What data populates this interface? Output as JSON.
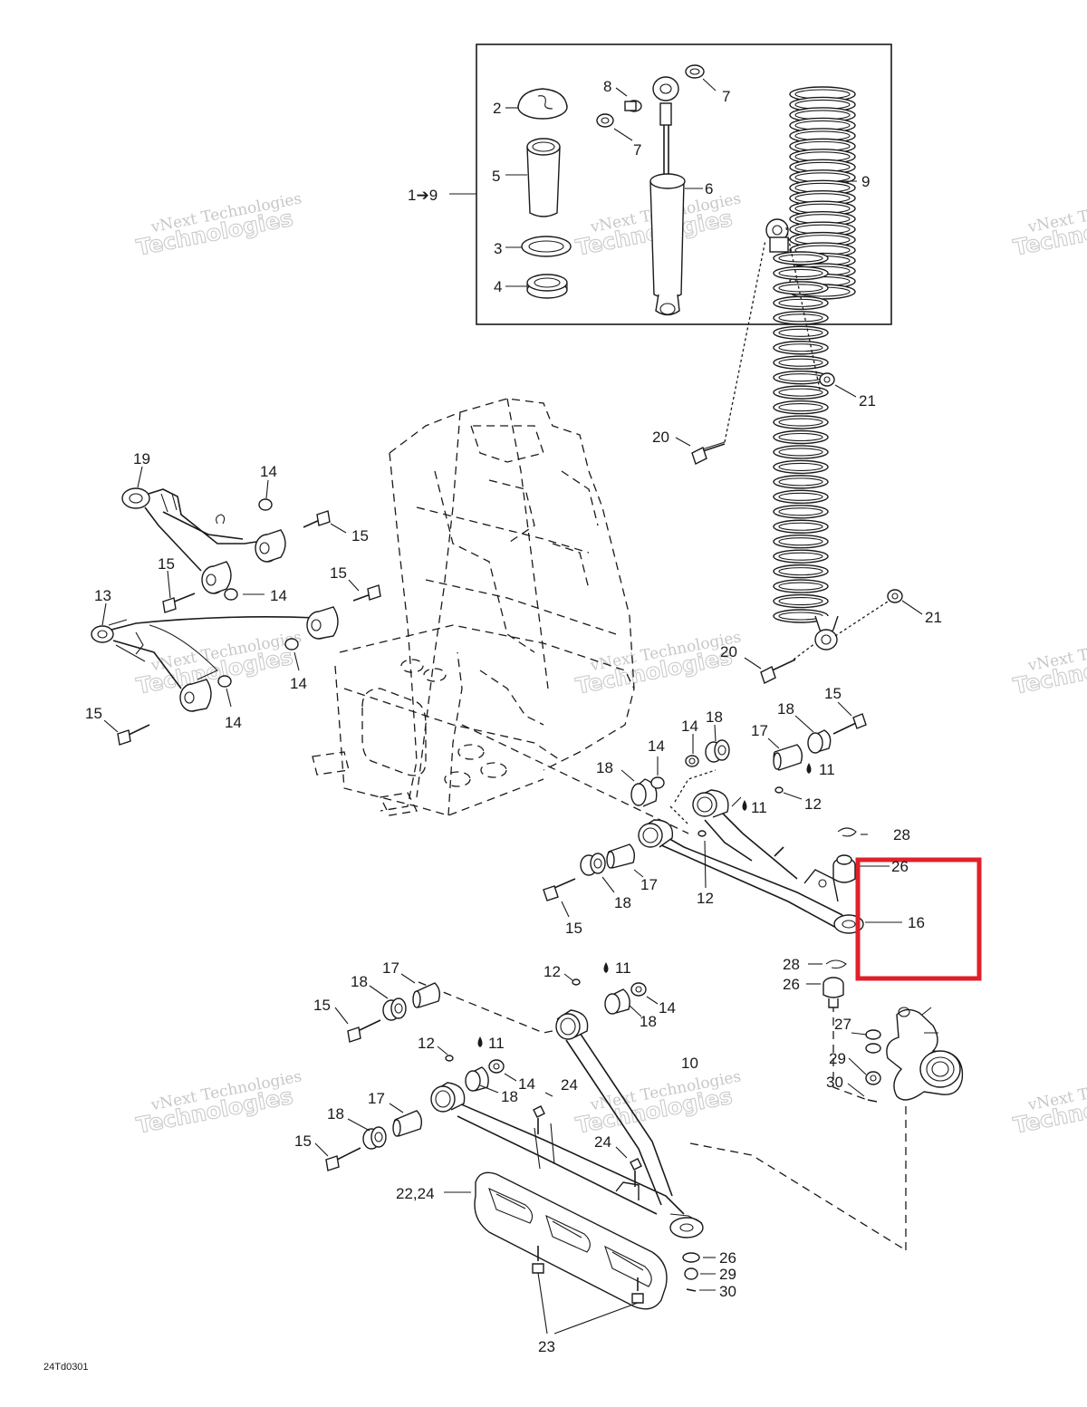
{
  "diagram": {
    "code": "24Td0301",
    "kit_label": "1➔9",
    "labels": [
      {
        "id": "l2",
        "text": "2"
      },
      {
        "id": "l5",
        "text": "5"
      },
      {
        "id": "l3",
        "text": "3"
      },
      {
        "id": "l4",
        "text": "4"
      },
      {
        "id": "l8",
        "text": "8"
      },
      {
        "id": "l7a",
        "text": "7"
      },
      {
        "id": "l7b",
        "text": "7"
      },
      {
        "id": "l6",
        "text": "6"
      },
      {
        "id": "l9",
        "text": "9"
      },
      {
        "id": "l21a",
        "text": "21"
      },
      {
        "id": "l20a",
        "text": "20"
      },
      {
        "id": "l21b",
        "text": "21"
      },
      {
        "id": "l20b",
        "text": "20"
      },
      {
        "id": "l19",
        "text": "19"
      },
      {
        "id": "l14a",
        "text": "14"
      },
      {
        "id": "l15a",
        "text": "15"
      },
      {
        "id": "l15b",
        "text": "15"
      },
      {
        "id": "l14b",
        "text": "14"
      },
      {
        "id": "l13",
        "text": "13"
      },
      {
        "id": "l15c",
        "text": "15"
      },
      {
        "id": "l14c",
        "text": "14"
      },
      {
        "id": "l15d",
        "text": "15"
      },
      {
        "id": "l14d",
        "text": "14"
      },
      {
        "id": "l14e",
        "text": "14"
      },
      {
        "id": "l18a",
        "text": "18"
      },
      {
        "id": "l14f",
        "text": "14"
      },
      {
        "id": "l18b",
        "text": "18"
      },
      {
        "id": "l17a",
        "text": "17"
      },
      {
        "id": "l18c",
        "text": "18"
      },
      {
        "id": "l15e",
        "text": "15"
      },
      {
        "id": "l11a",
        "text": "11"
      },
      {
        "id": "l12a",
        "text": "12"
      },
      {
        "id": "l11b",
        "text": "11"
      },
      {
        "id": "l28a",
        "text": "28"
      },
      {
        "id": "l26a",
        "text": "26"
      },
      {
        "id": "l16",
        "text": "16"
      },
      {
        "id": "l17b",
        "text": "17"
      },
      {
        "id": "l18d",
        "text": "18"
      },
      {
        "id": "l12b",
        "text": "12"
      },
      {
        "id": "l15f",
        "text": "15"
      },
      {
        "id": "l17c",
        "text": "17"
      },
      {
        "id": "l12c",
        "text": "12"
      },
      {
        "id": "l11c",
        "text": "11"
      },
      {
        "id": "l18e",
        "text": "18"
      },
      {
        "id": "l14g",
        "text": "14"
      },
      {
        "id": "l15g",
        "text": "15"
      },
      {
        "id": "l18f",
        "text": "18"
      },
      {
        "id": "l28b",
        "text": "28"
      },
      {
        "id": "l26b",
        "text": "26"
      },
      {
        "id": "l27",
        "text": "27"
      },
      {
        "id": "l29a",
        "text": "29"
      },
      {
        "id": "l30a",
        "text": "30"
      },
      {
        "id": "l12d",
        "text": "12"
      },
      {
        "id": "l11d",
        "text": "11"
      },
      {
        "id": "l10",
        "text": "10"
      },
      {
        "id": "l14h",
        "text": "14"
      },
      {
        "id": "l18g",
        "text": "18"
      },
      {
        "id": "l24a",
        "text": "24"
      },
      {
        "id": "l18h",
        "text": "18"
      },
      {
        "id": "l17d",
        "text": "17"
      },
      {
        "id": "l15h",
        "text": "15"
      },
      {
        "id": "l24b",
        "text": "24"
      },
      {
        "id": "l2224",
        "text": "22,24"
      },
      {
        "id": "l26c",
        "text": "26"
      },
      {
        "id": "l29b",
        "text": "29"
      },
      {
        "id": "l30b",
        "text": "30"
      },
      {
        "id": "l23",
        "text": "23"
      }
    ],
    "watermark": {
      "line1": "vNext Technologies",
      "line2": "Technologies"
    },
    "highlight_color": "#e0202a"
  }
}
